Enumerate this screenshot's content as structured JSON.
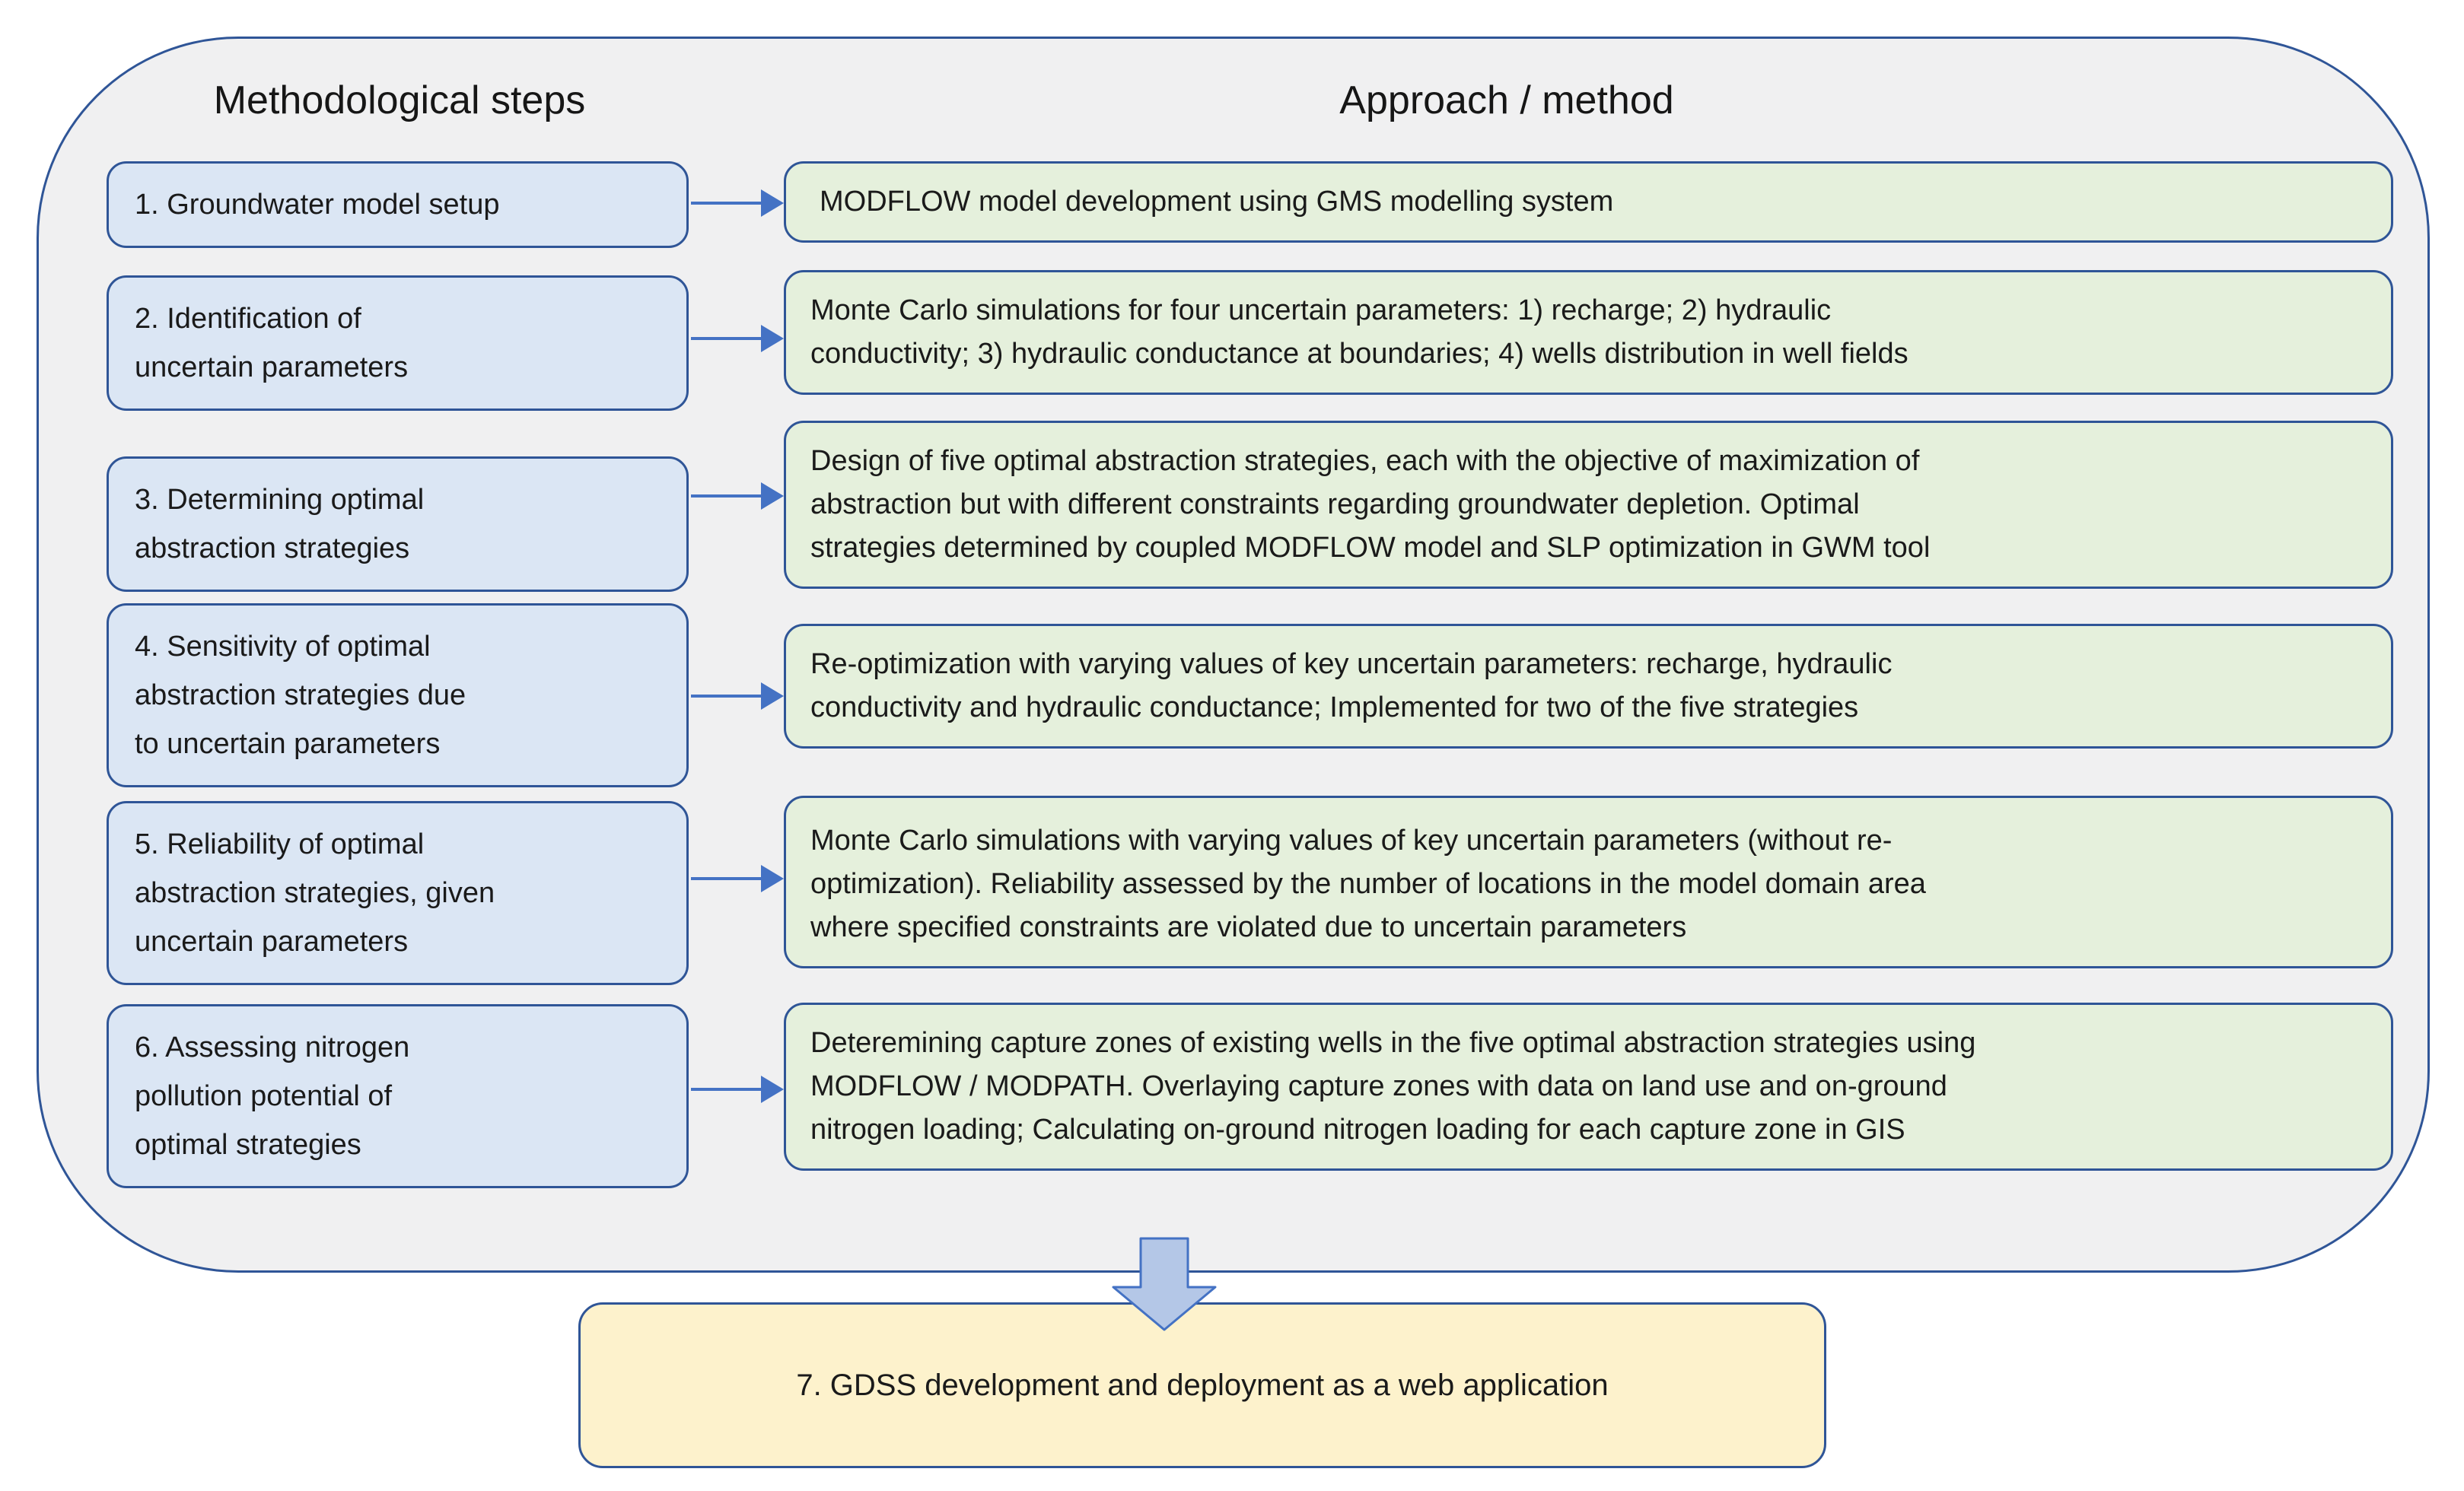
{
  "diagram": {
    "title_left": "Methodological steps",
    "title_right": "Approach / method",
    "rows": [
      {
        "step": "1. Groundwater model setup",
        "method": "MODFLOW model development using GMS modelling system"
      },
      {
        "step": "2. Identification of\nuncertain parameters",
        "method": "Monte Carlo simulations for four uncertain parameters: 1) recharge; 2) hydraulic\nconductivity; 3) hydraulic conductance at boundaries; 4) wells distribution in well fields"
      },
      {
        "step": "3. Determining optimal\nabstraction strategies",
        "method": "Design of five optimal abstraction strategies, each with the objective of maximization of\nabstraction but with different constraints regarding groundwater depletion. Optimal\nstrategies determined by coupled MODFLOW model and SLP optimization in GWM tool"
      },
      {
        "step": "4. Sensitivity of optimal\nabstraction strategies  due\nto uncertain parameters",
        "method": "Re-optimization with varying values of key uncertain parameters: recharge, hydraulic\nconductivity and hydraulic conductance; Implemented for two of the five strategies"
      },
      {
        "step": "5. Reliability of optimal\nabstraction strategies, given\nuncertain parameters",
        "method": "Monte Carlo simulations with varying values of key uncertain parameters (without re-\noptimization). Reliability assessed by the number of locations in the model domain area\nwhere specified constraints are violated due to uncertain parameters"
      },
      {
        "step": "6. Assessing nitrogen\npollution potential of\noptimal strategies",
        "method": "Deteremining capture zones of existing wells in the five optimal abstraction strategies using\nMODFLOW / MODPATH. Overlaying capture zones with data on land use and on-ground\nnitrogen loading; Calculating on-ground nitrogen loading for each capture zone in GIS"
      }
    ],
    "final_step": "7. GDSS development and deployment as a web application",
    "colors": {
      "container_fill": "#f0f0f1",
      "container_border": "#2f5597",
      "step_fill": "#dbe6f4",
      "method_fill": "#e5f0dc",
      "final_fill": "#fdf2cc",
      "arrow": "#4472c4",
      "block_arrow_fill": "#b4c7e7"
    }
  }
}
